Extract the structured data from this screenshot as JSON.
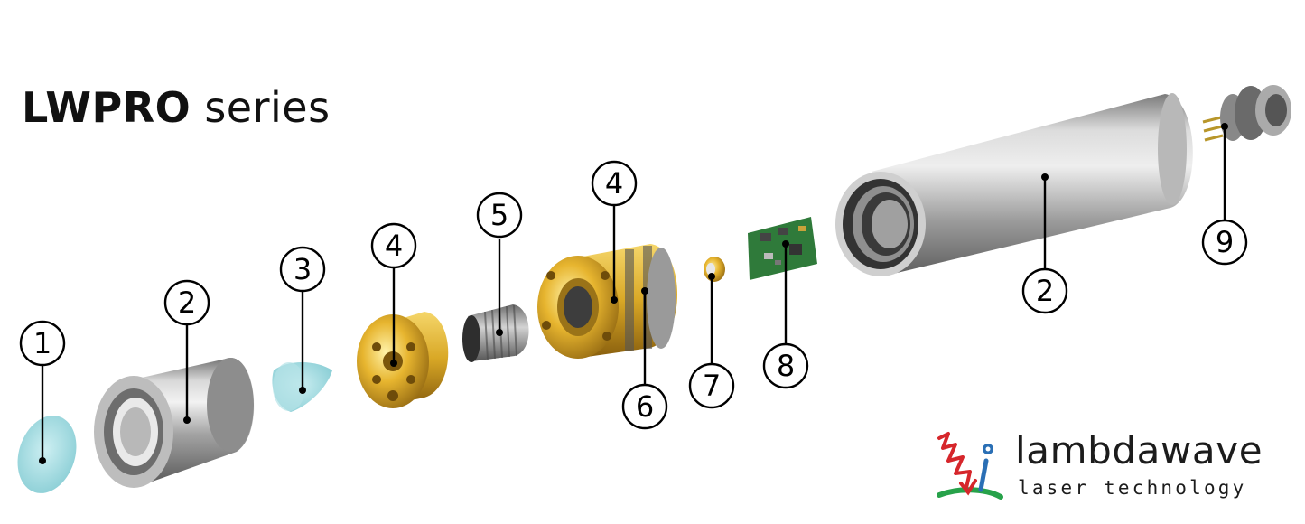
{
  "title": {
    "bold": "LWPRO",
    "rest": " series"
  },
  "parts": {
    "lens_window": "1",
    "housing_front": "2",
    "lens_element": "3",
    "lens_mount_small": "4",
    "spring": "5",
    "lens_mount_large": "4",
    "o_rings": "6",
    "laser_diode": "7",
    "driver_board": "8",
    "housing_rear": "2",
    "connector": "9"
  },
  "brand": {
    "name": "lambdawave",
    "tagline": "laser technology"
  },
  "colors": {
    "gold": "#d9a826",
    "steel": "#a7a7a7",
    "glass": "#a8dbe0",
    "pcb": "#2f7a3a",
    "logo_red": "#d6262b",
    "logo_blue": "#2a6fb5",
    "logo_green": "#27a24a"
  }
}
